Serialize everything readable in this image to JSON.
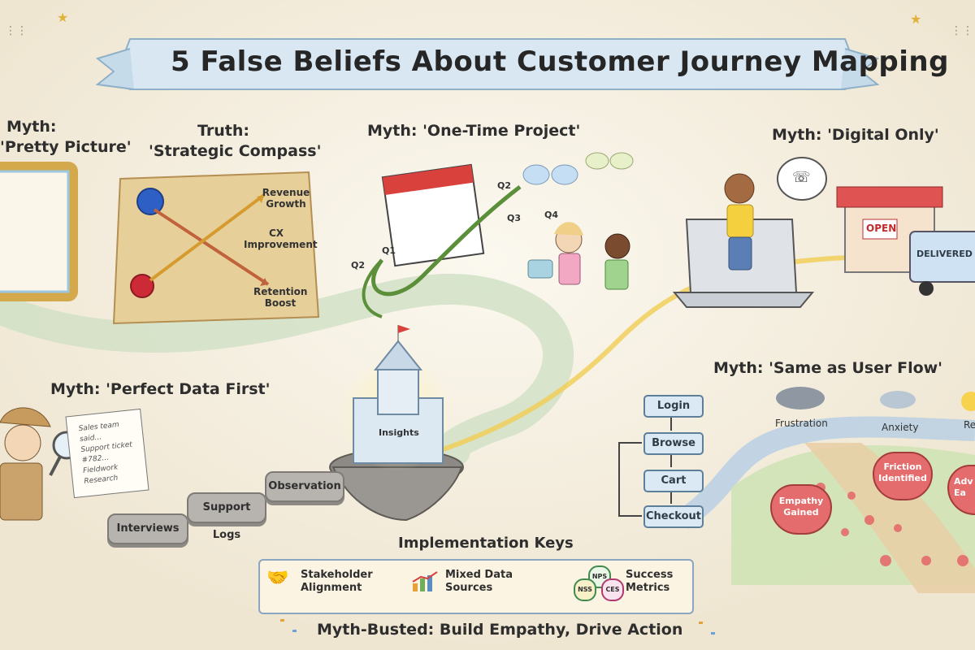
{
  "title": "5 False Beliefs About Customer Journey Mapping",
  "myth1": {
    "heading": "Myth:",
    "subheading": "'Pretty Picture'"
  },
  "truth1": {
    "heading": "Truth:",
    "subheading": "'Strategic Compass'",
    "labels": [
      "Revenue Growth",
      "CX Improvement",
      "Retention Boost"
    ]
  },
  "myth2": {
    "heading": "Myth: 'One-Time Project'",
    "quarters": [
      "Q1",
      "Q2",
      "Q3",
      "Q4",
      "Q2"
    ]
  },
  "myth3": {
    "heading": "Myth: 'Digital Only'",
    "sign": "OPEN",
    "truck": "DELIVERED"
  },
  "myth4": {
    "heading": "Myth: 'Perfect Data First'",
    "note_lines": [
      "Sales team said...",
      "Support ticket",
      "#782...",
      "Fieldwork Research"
    ],
    "stones": [
      "Interviews",
      "Support Logs",
      "Observation"
    ],
    "castle": "Insights"
  },
  "myth5": {
    "heading": "Myth: 'Same as User Flow'",
    "flow": [
      "Login",
      "Browse",
      "Cart",
      "Checkout"
    ],
    "emotions": [
      "Frustration",
      "Anxiety",
      "Re"
    ],
    "hearts": [
      "Empathy Gained",
      "Friction Identified",
      "Adv Ea"
    ]
  },
  "keys": {
    "heading": "Implementation Keys",
    "items": [
      {
        "line1": "Stakeholder",
        "line2": "Alignment",
        "icon": "handshake-icon"
      },
      {
        "line1": "Mixed Data",
        "line2": "Sources",
        "icon": "chart-icon"
      },
      {
        "line1": "Success",
        "line2": "Metrics",
        "icon": "badges-icon",
        "badges": [
          "NPS",
          "NSS",
          "CES"
        ]
      }
    ]
  },
  "footer": "Myth-Busted: Build Empathy, Drive Action",
  "colors": {
    "ribbon": "#cfe1ee",
    "path": "#c9dcc0",
    "gold_path": "#efc64a",
    "heart": "#e36b6b"
  }
}
